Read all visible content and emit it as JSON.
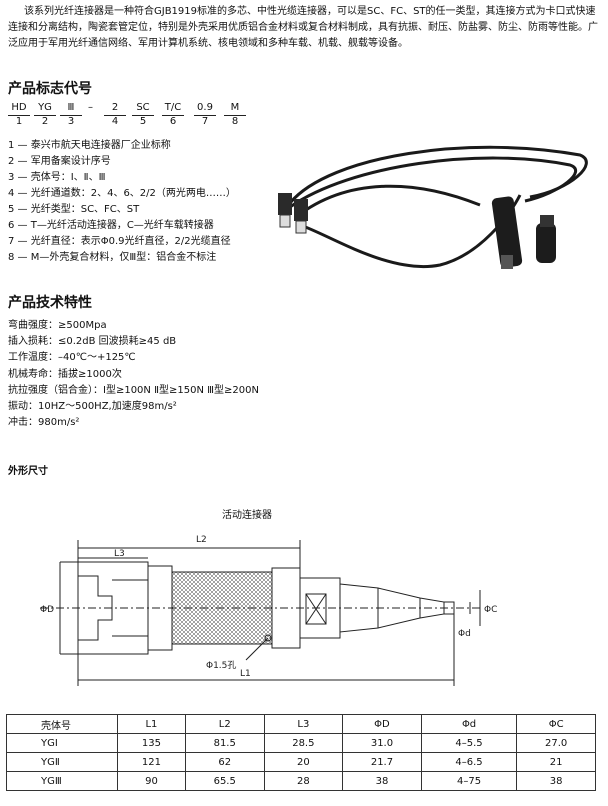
{
  "intro": "该系列光纤连接器是一种符合GJB1919标准的多芯、中性光缆连接器，可以是SC、FC、ST的任一类型，其连接方式为卡口式快速连接和分离结构，陶瓷套管定位，特别是外壳采用优质铝合金材料或复合材料制成，具有抗振、耐压、防盐雾、防尘、防雨等性能。广泛应用于军用光纤通信网络、军用计算机系统、核电领域和多种车载、机载、舰载等设备。",
  "heading_code": "产品标志代号",
  "code": {
    "parts": [
      "HD",
      "YG",
      "Ⅲ",
      "2",
      "SC",
      "T/C",
      "0.9",
      "M"
    ],
    "numbers": [
      "1",
      "2",
      "3",
      "4",
      "5",
      "6",
      "7",
      "8"
    ],
    "dash": "–"
  },
  "definitions": [
    "1 — 泰兴市航天电连接器厂企业标称",
    "2 — 军用备案设计序号",
    "3 — 壳体号：Ⅰ、Ⅱ、Ⅲ",
    "4 — 光纤通道数：2、4、6、2/2（两光两电……）",
    "5 — 光纤类型：SC、FC、ST",
    "6 — T—光纤活动连接器，C—光纤车载转接器",
    "7 — 光纤直径：表示Φ0.9光纤直径，2/2光缆直径",
    "8 — M—外壳复合材料，仅Ⅲ型：铝合金不标注"
  ],
  "heading_specs": "产品技术特性",
  "specs": [
    "弯曲强度：≥500Mpa",
    "插入损耗：≤0.2dB  回波损耗≥45 dB",
    "工作温度：–40℃～+125℃",
    "机械寿命：插拔≥1000次",
    "抗拉强度（铝合金）：Ⅰ型≥100N   Ⅱ型≥150N   Ⅲ型≥200N",
    "振动：10HZ～500HZ,加速度98m/s²",
    "冲击：980m/s²"
  ],
  "dim_title": "外形尺寸",
  "figure": {
    "caption": "活动连接器",
    "labels": {
      "L1": "L1",
      "L2": "L2",
      "L3": "L3",
      "D": "ΦD",
      "d": "Φd",
      "C": "ΦC",
      "hole": "Φ1.5孔"
    }
  },
  "table": {
    "headers": [
      "壳体号",
      "L1",
      "L2",
      "L3",
      "ΦD",
      "Φd",
      "ΦC"
    ],
    "rows": [
      [
        "YGⅠ",
        "135",
        "81.5",
        "28.5",
        "31.0",
        "4–5.5",
        "27.0"
      ],
      [
        "YGⅡ",
        "121",
        "62",
        "20",
        "21.7",
        "4–6.5",
        "21"
      ],
      [
        "YGⅢ",
        "90",
        "65.5",
        "28",
        "38",
        "4–75",
        "38"
      ]
    ]
  },
  "colors": {
    "cable": "#1a1a1a",
    "line": "#222222"
  }
}
